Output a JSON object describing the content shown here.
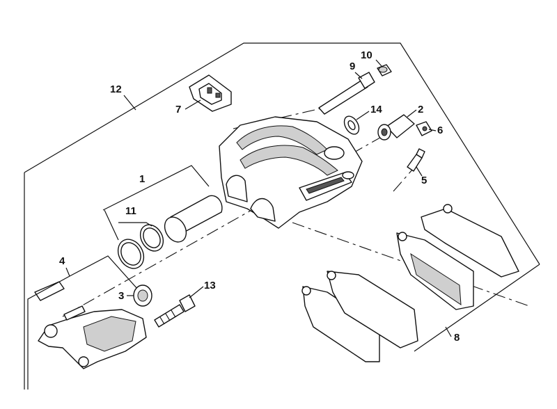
{
  "callouts": {
    "c1": "1",
    "c2": "2",
    "c3": "3",
    "c4": "4",
    "c5": "5",
    "c6": "6",
    "c7": "7",
    "c8": "8",
    "c9": "9",
    "c10": "10",
    "c11": "11",
    "c12": "12",
    "c13": "13",
    "c14": "14"
  },
  "colors": {
    "ink": "#111111",
    "paper": "#ffffff",
    "shade": "#cfcfcf"
  }
}
